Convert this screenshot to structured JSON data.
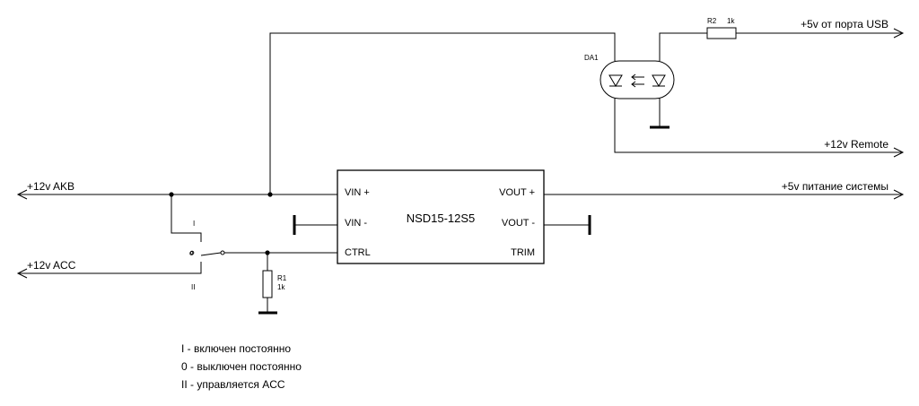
{
  "chip": {
    "name": "NSD15-12S5",
    "pins": {
      "vin_plus": "VIN +",
      "vin_minus": "VIN -",
      "ctrl": "CTRL",
      "vout_plus": "VOUT +",
      "vout_minus": "VOUT -",
      "trim": "TRIM"
    }
  },
  "nets": {
    "usb_5v": "+5v от порта USB",
    "remote_12v": "+12v Remote",
    "akb_12v": "+12v AKB",
    "acc_12v": "+12v ACC",
    "system_5v": "+5v питание системы"
  },
  "components": {
    "r2": {
      "ref": "R2",
      "value": "1k"
    },
    "r1": {
      "ref": "R1",
      "value": "1k"
    },
    "da1": {
      "ref": "DA1"
    }
  },
  "switch_marks": {
    "pos_one": "I",
    "pos_zero": "o",
    "pos_two": "II"
  },
  "legend": [
    "I - включен постоянно",
    "0 - выключен постоянно",
    "II - управляется ACC"
  ]
}
